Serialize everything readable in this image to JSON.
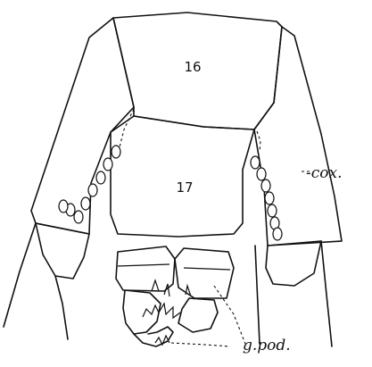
{
  "segments": [
    {
      "number": "16"
    },
    {
      "number": "17"
    }
  ],
  "labels": {
    "coxa": "-cox.",
    "gonopods": "g.pod."
  },
  "colors": {
    "ink": "#111111",
    "paper": "#ffffff"
  }
}
